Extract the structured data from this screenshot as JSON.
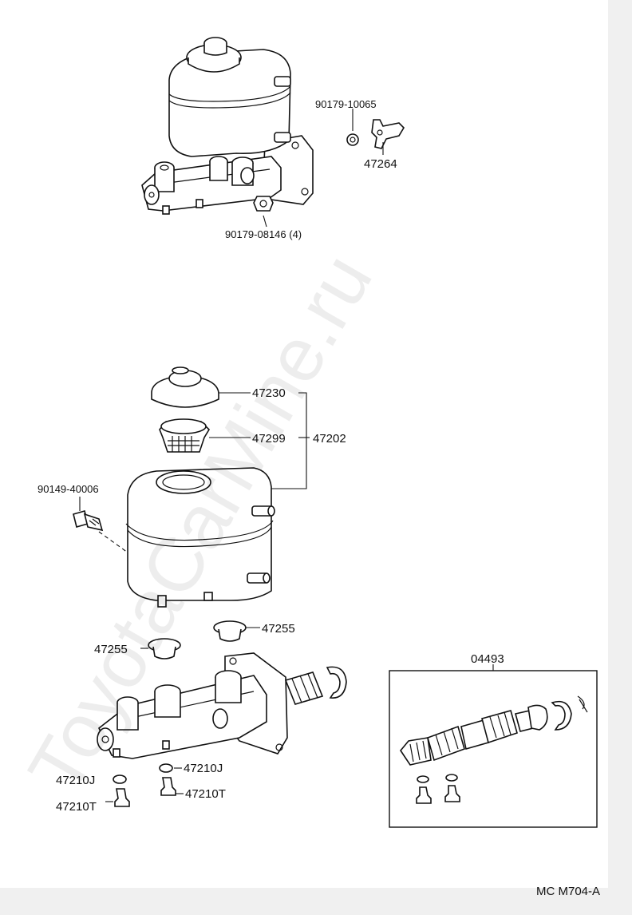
{
  "watermark": "ToyotaCarMine.ru",
  "top_assembly": {
    "labels": [
      "90179-10065",
      "47264",
      "90179-08146 (4)"
    ]
  },
  "exploded_view": {
    "labels": {
      "cap": "47230",
      "strainer": "47299",
      "reservoir_group": "47202",
      "bolt": "90149-40006",
      "grommet_upper": "47255",
      "grommet_lower": "47255",
      "bleeder_cap_left": "47210J",
      "bleeder_cap_right": "47210J",
      "bleeder_plug_left": "47210T",
      "bleeder_plug_right": "47210T"
    }
  },
  "kit": {
    "label": "04493"
  },
  "diagram_code": "MC M704-A",
  "colors": {
    "line": "#111111",
    "strip": "#f0f0f0",
    "watermark": "#000000"
  }
}
